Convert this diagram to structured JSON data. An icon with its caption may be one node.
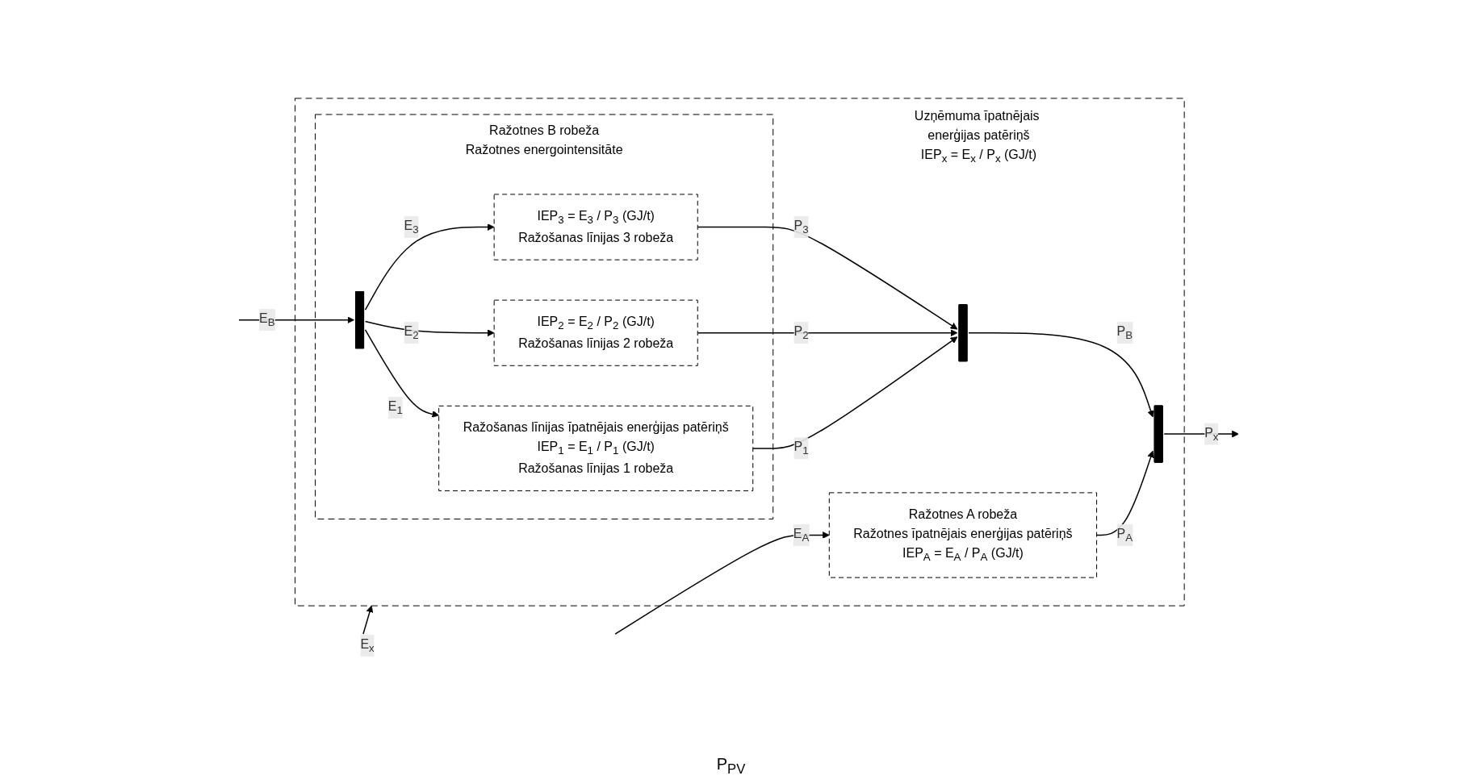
{
  "diagram": {
    "nodes": [
      {
        "text": [
          "Uzņēmuma īpatnējais enerģijas patēriņš",
          "IEP$_{x}$ = E$_{x}$ / P$_{x}$ (GJ/t)"
        ]
      },
      {
        "text": [
          "Ražotnes B robeža",
          "Ražotnes energointensitāte"
        ],
        "in": 0
      },
      {
        "text": [
          "Ražošanas līnijas īpatnējais enerģijas patēriņš",
          "IEP$_{1}$ = E$_{1}$ / P$_{1}$ (GJ/t)",
          "Ražošanas līnijas 1 robeža"
        ],
        "in": 1
      },
      {
        "text": [
          "IEP$_{2}$ = E$_{2}$ / P$_{2}$ (GJ/t)",
          "Ražošanas līnijas 2 robeža"
        ],
        "in": 1
      },
      {
        "text": [
          "IEP$_{3}$ = E$_{3}$ / P$_{3}$ (GJ/t)",
          "Ražošanas līnijas 3 robeža"
        ],
        "in": 1
      },
      {
        "text": [
          "Ražotnes A robeža",
          "Ražotnes īpatnējais enerģijas patēriņš",
          "IEP$_{A}$ = E$_{A}$ / P$_{A}$ (GJ/t)"
        ],
        "in": 0
      },
      {
        "text": [],
        "shape": "bar",
        "in": 1
      },
      {
        "text": [],
        "shape": "bar",
        "in": 0
      },
      {
        "text": [],
        "shape": "bar",
        "in": 0
      }
    ],
    "edges": [
      {
        "from": null,
        "to": 0,
        "arrow": "to",
        "label": "E$_{x}$"
      },
      {
        "from": null,
        "to": 6,
        "arrow": "to",
        "label": "E$_{B}$"
      },
      {
        "from": null,
        "to": 5,
        "arrow": "to",
        "label": "E$_{A}$"
      },
      {
        "from": 6,
        "to": 2,
        "arrow": "to",
        "label": "E$_{1}$"
      },
      {
        "from": 6,
        "to": 3,
        "arrow": "to",
        "label": "E$_{2}$"
      },
      {
        "from": 6,
        "to": 4,
        "arrow": "to",
        "label": "E$_{3}$"
      },
      {
        "from": 2,
        "to": 7,
        "arrow": "to",
        "label": "P$_{1}$"
      },
      {
        "from": 3,
        "to": 7,
        "arrow": "to",
        "label": "P$_{2}$"
      },
      {
        "from": 4,
        "to": 7,
        "arrow": "to",
        "label": "P$_{3}$"
      },
      {
        "from": 7,
        "to": 8,
        "arrow": "to",
        "label": "P$_{B}$"
      },
      {
        "from": 5,
        "to": 8,
        "arrow": "to",
        "label": "P$_{A}$"
      },
      {
        "from": 8,
        "to": null,
        "arrow": "to",
        "label": "P$_{x}$"
      }
    ],
    "labels": [
      "P$_{PV}$"
    ]
  }
}
